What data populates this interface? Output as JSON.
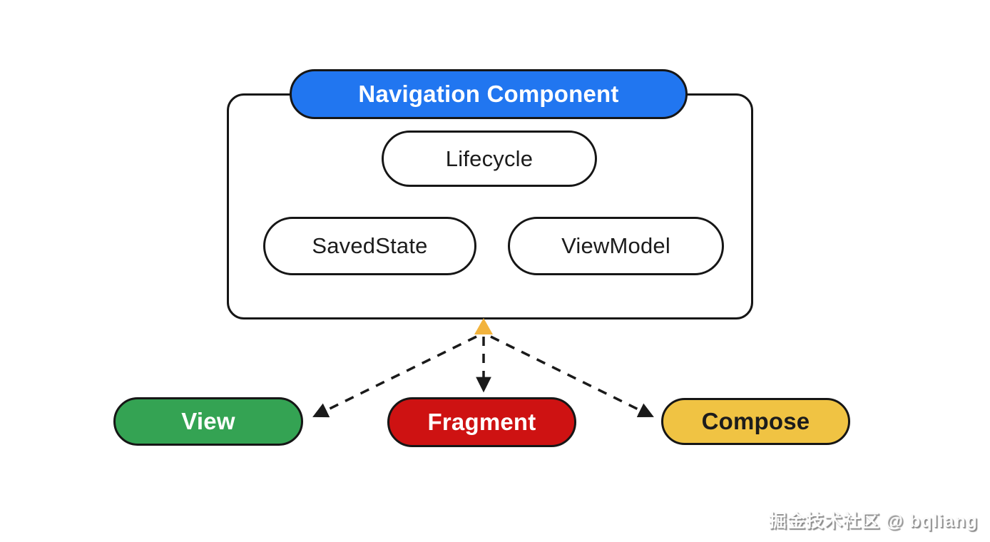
{
  "header_pill": {
    "label": "Navigation Component",
    "bg_color": "#2176f0",
    "text_color": "#ffffff"
  },
  "component_pills": [
    {
      "label": "Lifecycle",
      "bg_color": "#ffffff",
      "text_color": "#1c1c1c"
    },
    {
      "label": "SavedState",
      "bg_color": "#ffffff",
      "text_color": "#1c1c1c"
    },
    {
      "label": "ViewModel",
      "bg_color": "#ffffff",
      "text_color": "#1c1c1c"
    }
  ],
  "ui_pills": [
    {
      "label": "View",
      "bg_color": "#34a353",
      "text_color": "#ffffff"
    },
    {
      "label": "Fragment",
      "bg_color": "#ce1212",
      "text_color": "#ffffff"
    },
    {
      "label": "Compose",
      "bg_color": "#f0c343",
      "text_color": "#1c1c1c"
    }
  ],
  "arrows": {
    "style": "dashed",
    "line_color": "#1a1a1a",
    "origin_arrowhead_color": "#f2b33d",
    "target_arrowhead_color": "#1a1a1a",
    "targets": [
      "View",
      "Fragment",
      "Compose"
    ]
  },
  "watermark": {
    "text": "掘金技术社区 @ bqliang"
  }
}
